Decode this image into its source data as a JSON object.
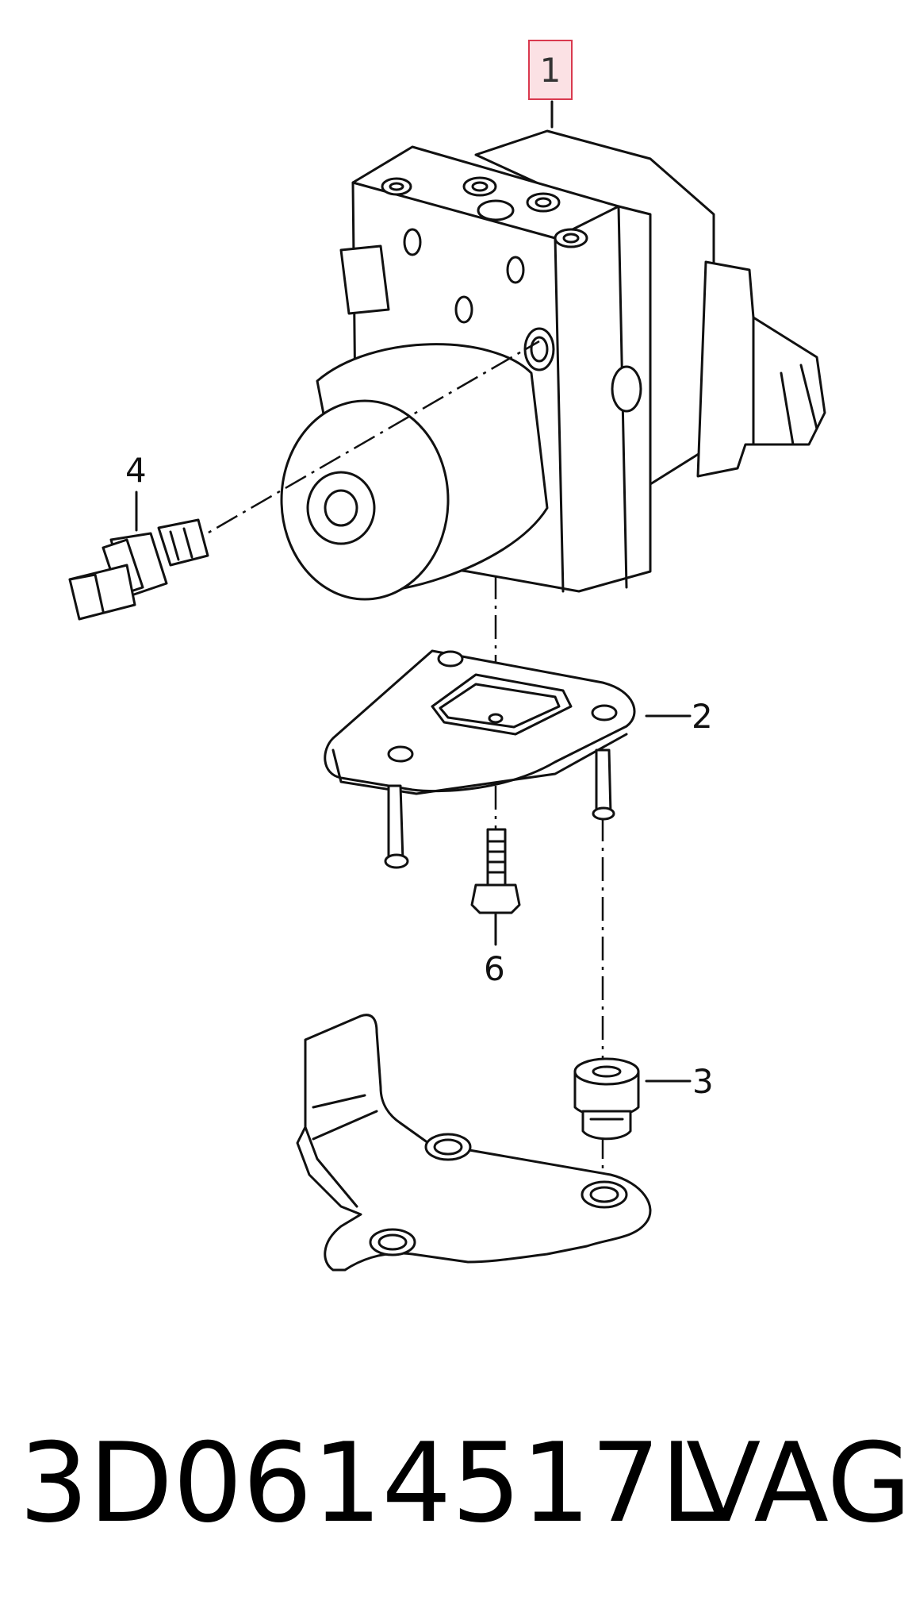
{
  "callouts": {
    "part1": "1",
    "part2": "2",
    "part3": "3",
    "part4": "4",
    "part6": "6"
  },
  "caption": {
    "part_number": "3D0614517L",
    "brand": "VAG"
  },
  "colors": {
    "highlight_fill": "#fbe1e4",
    "highlight_border": "#d9394e",
    "line": "#111111"
  }
}
